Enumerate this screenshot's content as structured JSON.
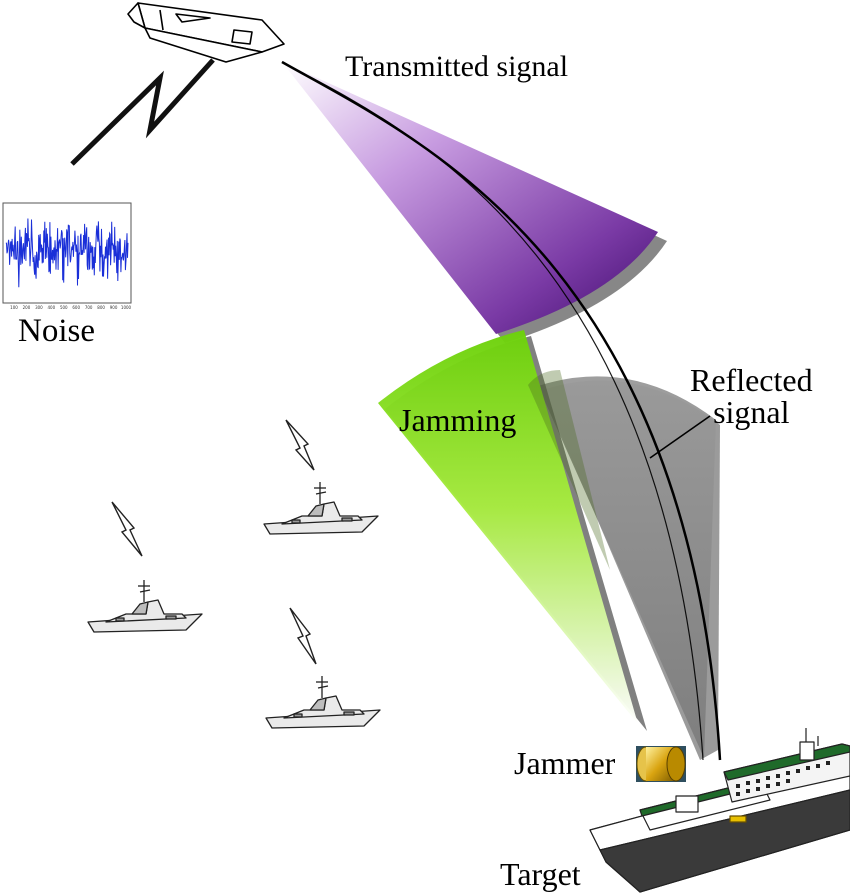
{
  "labels": {
    "transmitted": "Transmitted signal",
    "noise": "Noise",
    "jamming": "Jamming",
    "reflected_line1": "Reflected",
    "reflected_line2": "signal",
    "jammer": "Jammer",
    "target": "Target"
  },
  "noise_plot": {
    "tick_labels": [
      "100",
      "200",
      "300",
      "400",
      "500",
      "600",
      "700",
      "800",
      "900",
      "1000"
    ]
  },
  "colors": {
    "transmitted_beam": "#7a3aa5",
    "jamming_beam": "#8cd614",
    "reflected_beam": "#8a8a8a",
    "noise_trace": "#1a2fd8"
  }
}
